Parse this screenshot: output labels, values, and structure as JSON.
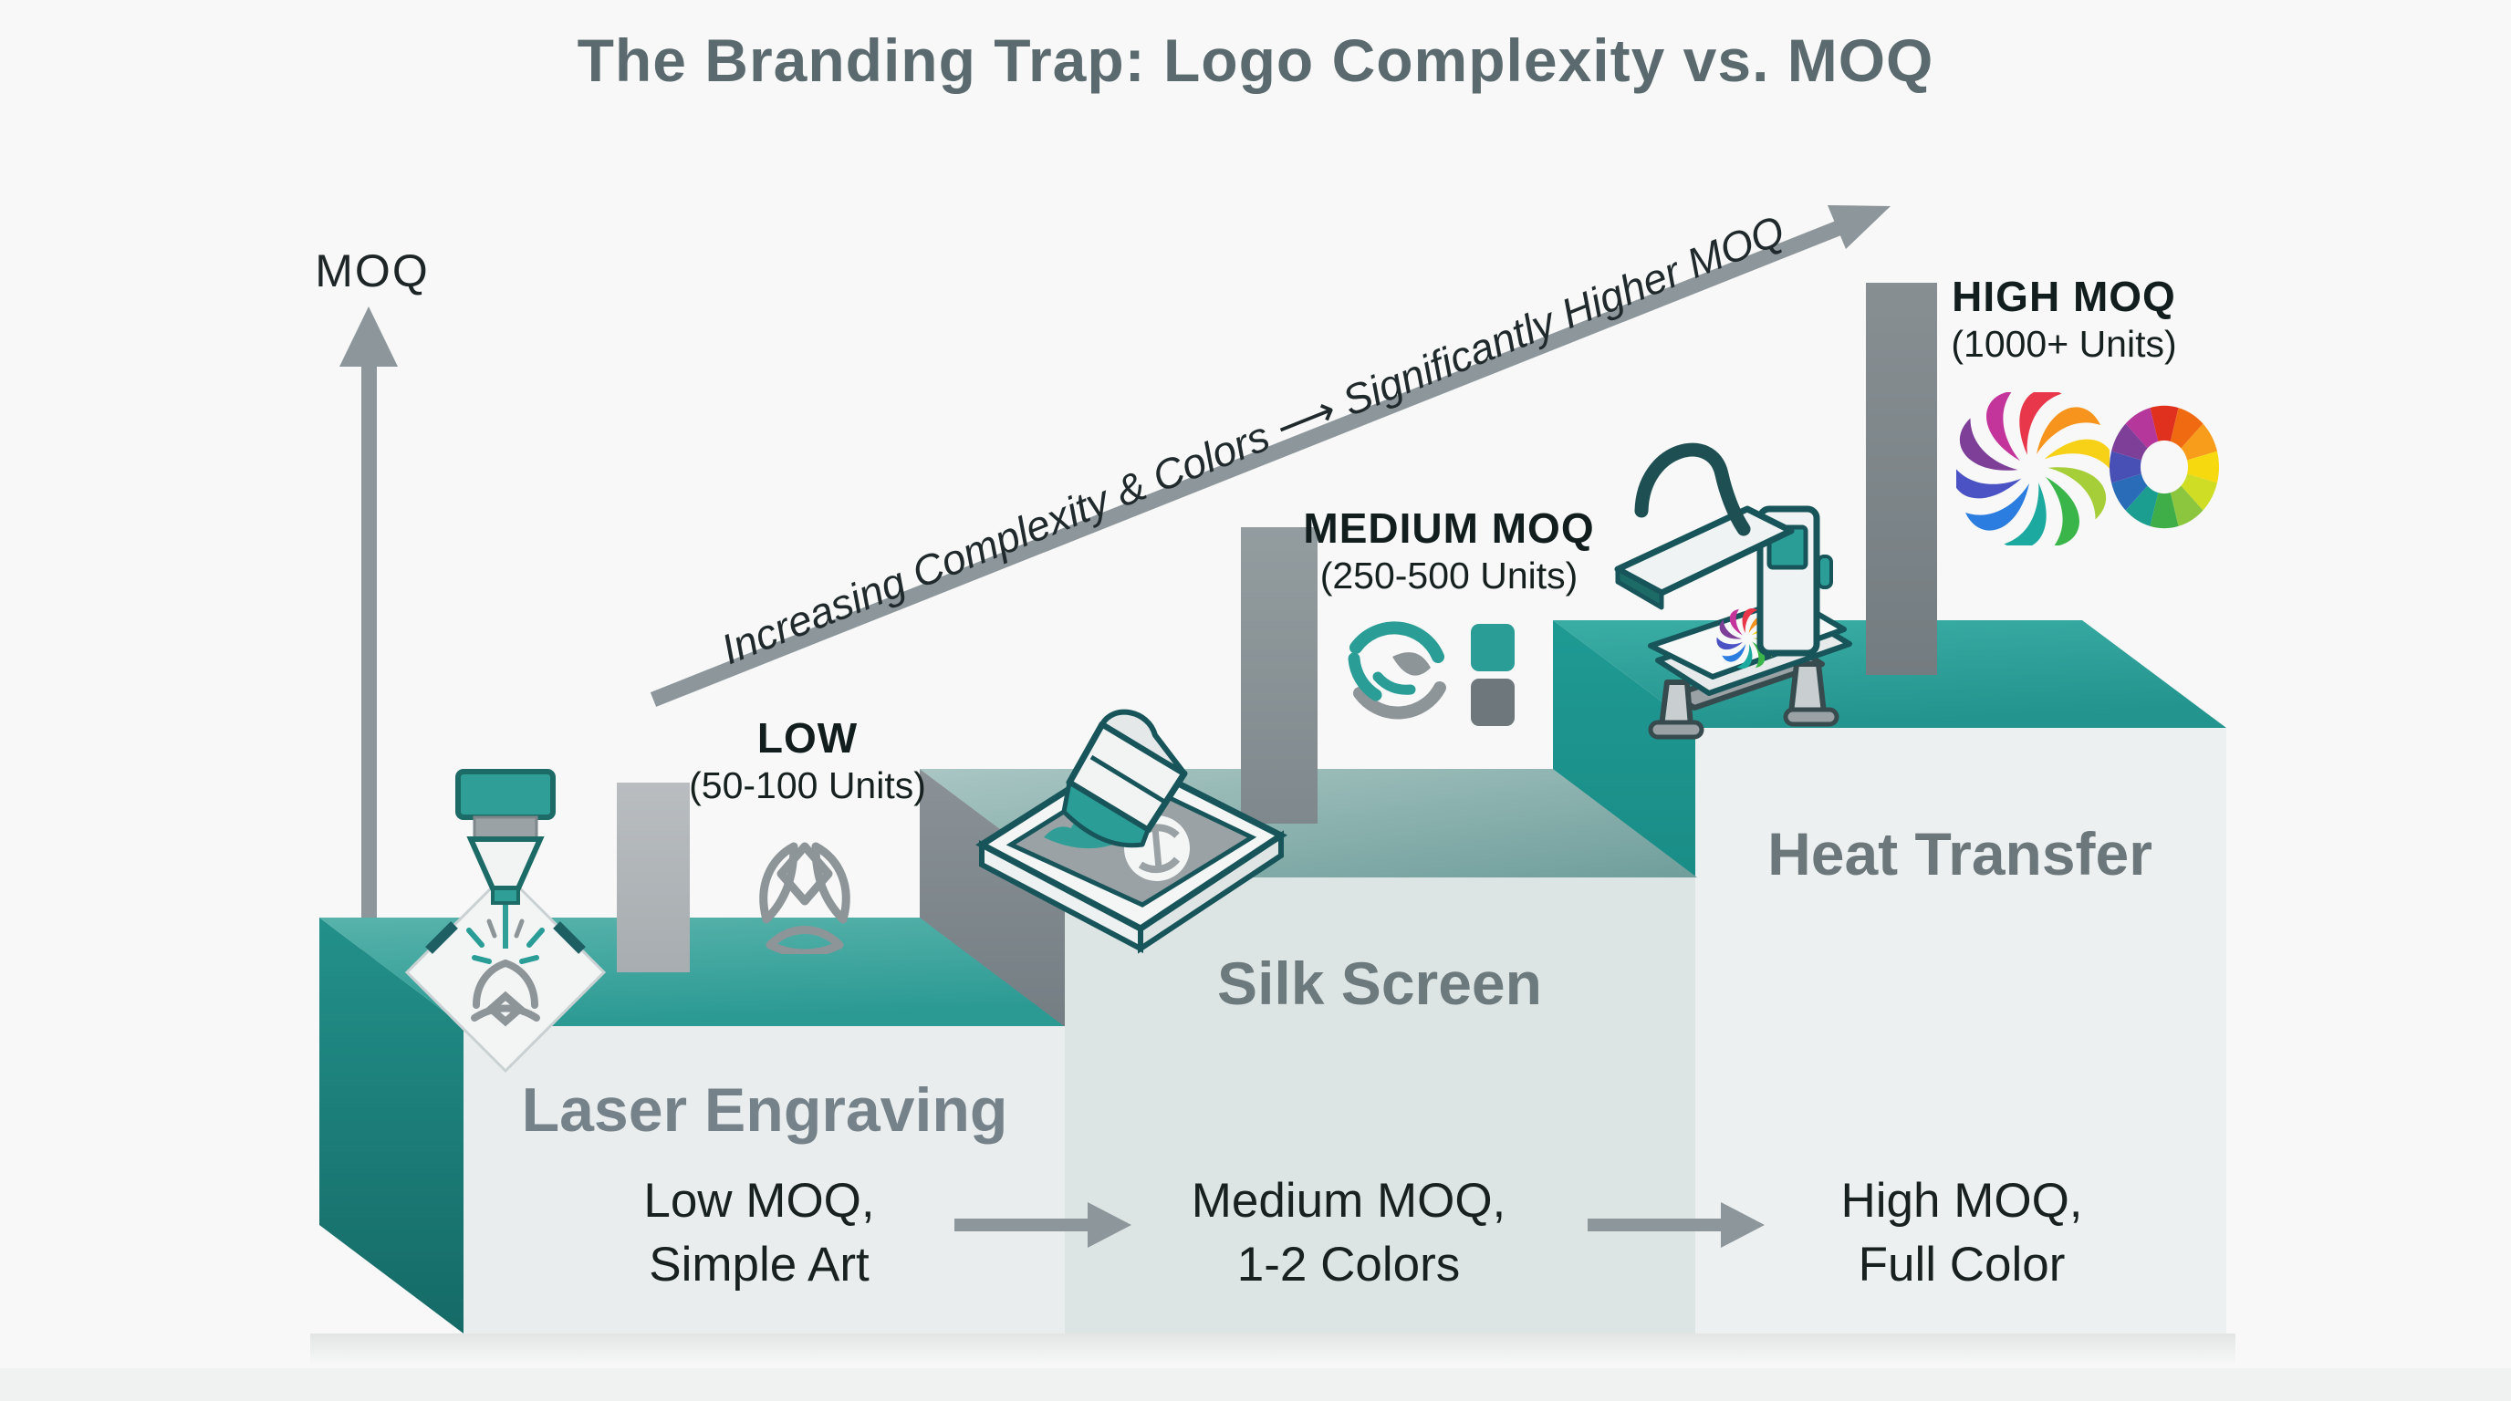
{
  "title": "The Branding Trap: Logo Complexity vs. MOQ",
  "y_axis": {
    "label": "MOQ"
  },
  "trend_arrow": {
    "label": "Increasing Complexity & Colors ⟶ Significantly Higher MOQ"
  },
  "steps": [
    {
      "name": "Laser Engraving",
      "badge": "LOW",
      "units": "(50-100 Units)",
      "note1": "Low MOQ,",
      "note2": "Simple Art"
    },
    {
      "name": "Silk Screen",
      "badge": "MEDIUM MOQ",
      "units": "(250-500 Units)",
      "note1": "Medium MOQ,",
      "note2": "1-2 Colors"
    },
    {
      "name": "Heat Transfer",
      "badge": "HIGH MOQ",
      "units": "(1000+ Units)",
      "note1": "High MOQ,",
      "note2": "Full Color"
    }
  ],
  "icons": {
    "axis": "moq-axis-arrow-icon",
    "trend": "trend-arrow-icon",
    "step1_machine": "laser-engraver-icon",
    "step1_logo": "simple-leaf-logo-icon",
    "step2_machine": "silkscreen-squeegee-icon",
    "step2_logo": "two-color-leaf-logo-icon",
    "step3_machine": "heat-press-icon",
    "step3_logo_a": "rainbow-swirl-logo-icon",
    "step3_logo_b": "color-wheel-logo-icon"
  },
  "colors": {
    "background": "#f7f8f7",
    "teal_top": "#2b9a93",
    "teal_side_dark": "#1a7b76",
    "muted_teal_top": "#84aeac",
    "gray_side": "#79838a",
    "face_light": "#e9eded",
    "bar_low": "#b3b8ba",
    "bar_medium": "#8b9598",
    "bar_high": "#7f888c",
    "arrow_gray": "#8c969b",
    "title_gray": "#5b6a6e",
    "text_dark": "#1c2426"
  }
}
